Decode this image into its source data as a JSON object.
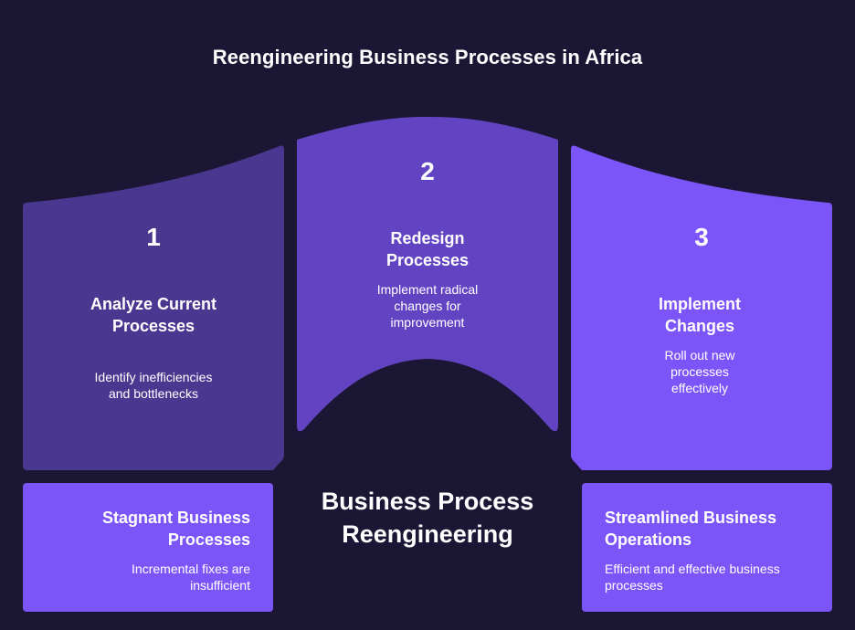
{
  "title": "Reengineering Business Processes in Africa",
  "center": {
    "title": "Business Process Reengineering"
  },
  "steps": [
    {
      "number": "1",
      "title": "Analyze Current Processes",
      "description": "Identify inefficiencies and bottlenecks"
    },
    {
      "number": "2",
      "title": "Redesign Processes",
      "description": "Implement radical changes for improvement"
    },
    {
      "number": "3",
      "title": "Implement Changes",
      "description": "Roll out new processes effectively"
    }
  ],
  "start_state": {
    "title": "Stagnant Business Processes",
    "description": "Incremental fixes are insufficient"
  },
  "end_state": {
    "title": "Streamlined Business Operations",
    "description": "Efficient and effective business processes"
  },
  "colors": {
    "background": "#1b1633",
    "step1": "#4a3790",
    "step2": "#6244c2",
    "step3": "#7c55f8",
    "boxes": "#7c55f8",
    "text": "#ffffff"
  }
}
